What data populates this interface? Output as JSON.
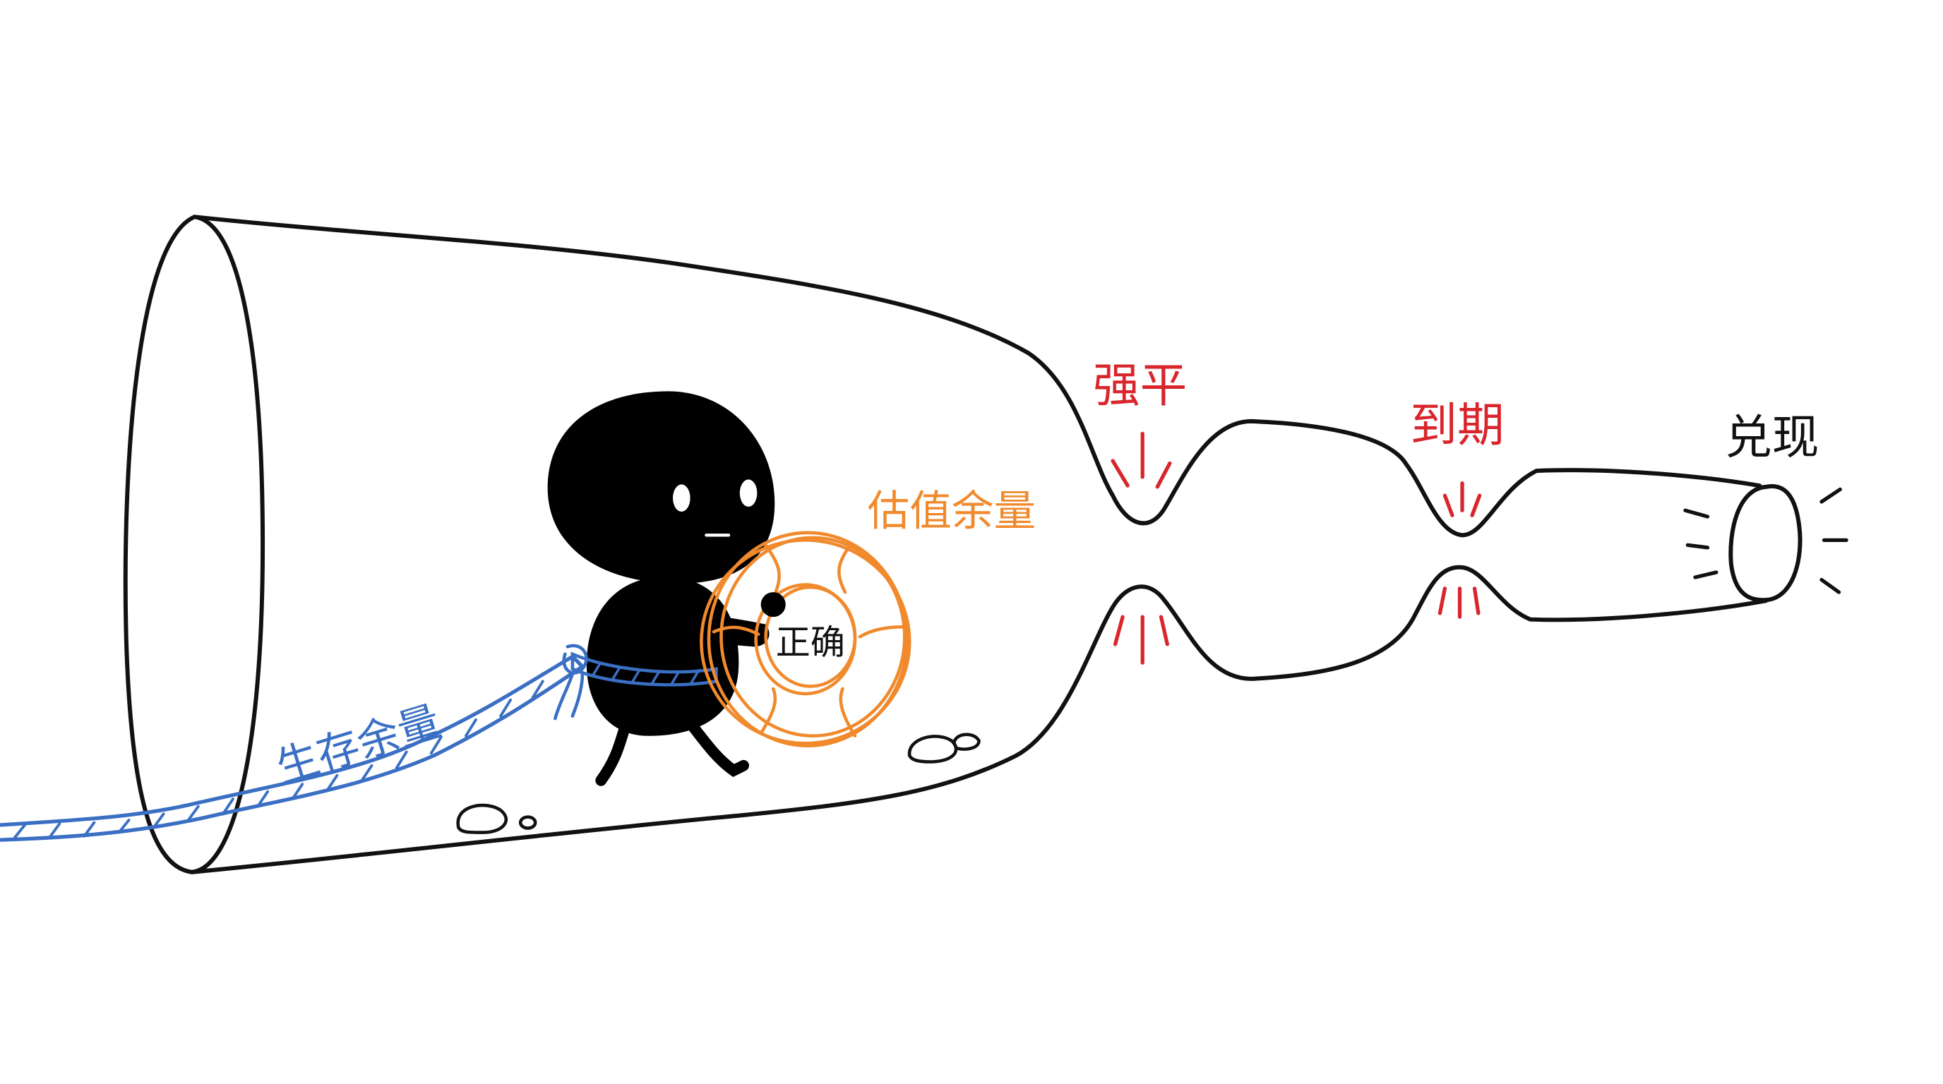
{
  "labels": {
    "survival_margin": "生存余量",
    "valuation_margin": "估值余量",
    "correct": "正确",
    "forced_liquidation": "强平",
    "expiry": "到期",
    "redemption": "兑现"
  },
  "colors": {
    "ink": "#111111",
    "rope_blue": "#3a6fc4",
    "buoy_orange": "#f08a2c",
    "warning_red": "#d9252c",
    "figure_black": "#000000"
  }
}
